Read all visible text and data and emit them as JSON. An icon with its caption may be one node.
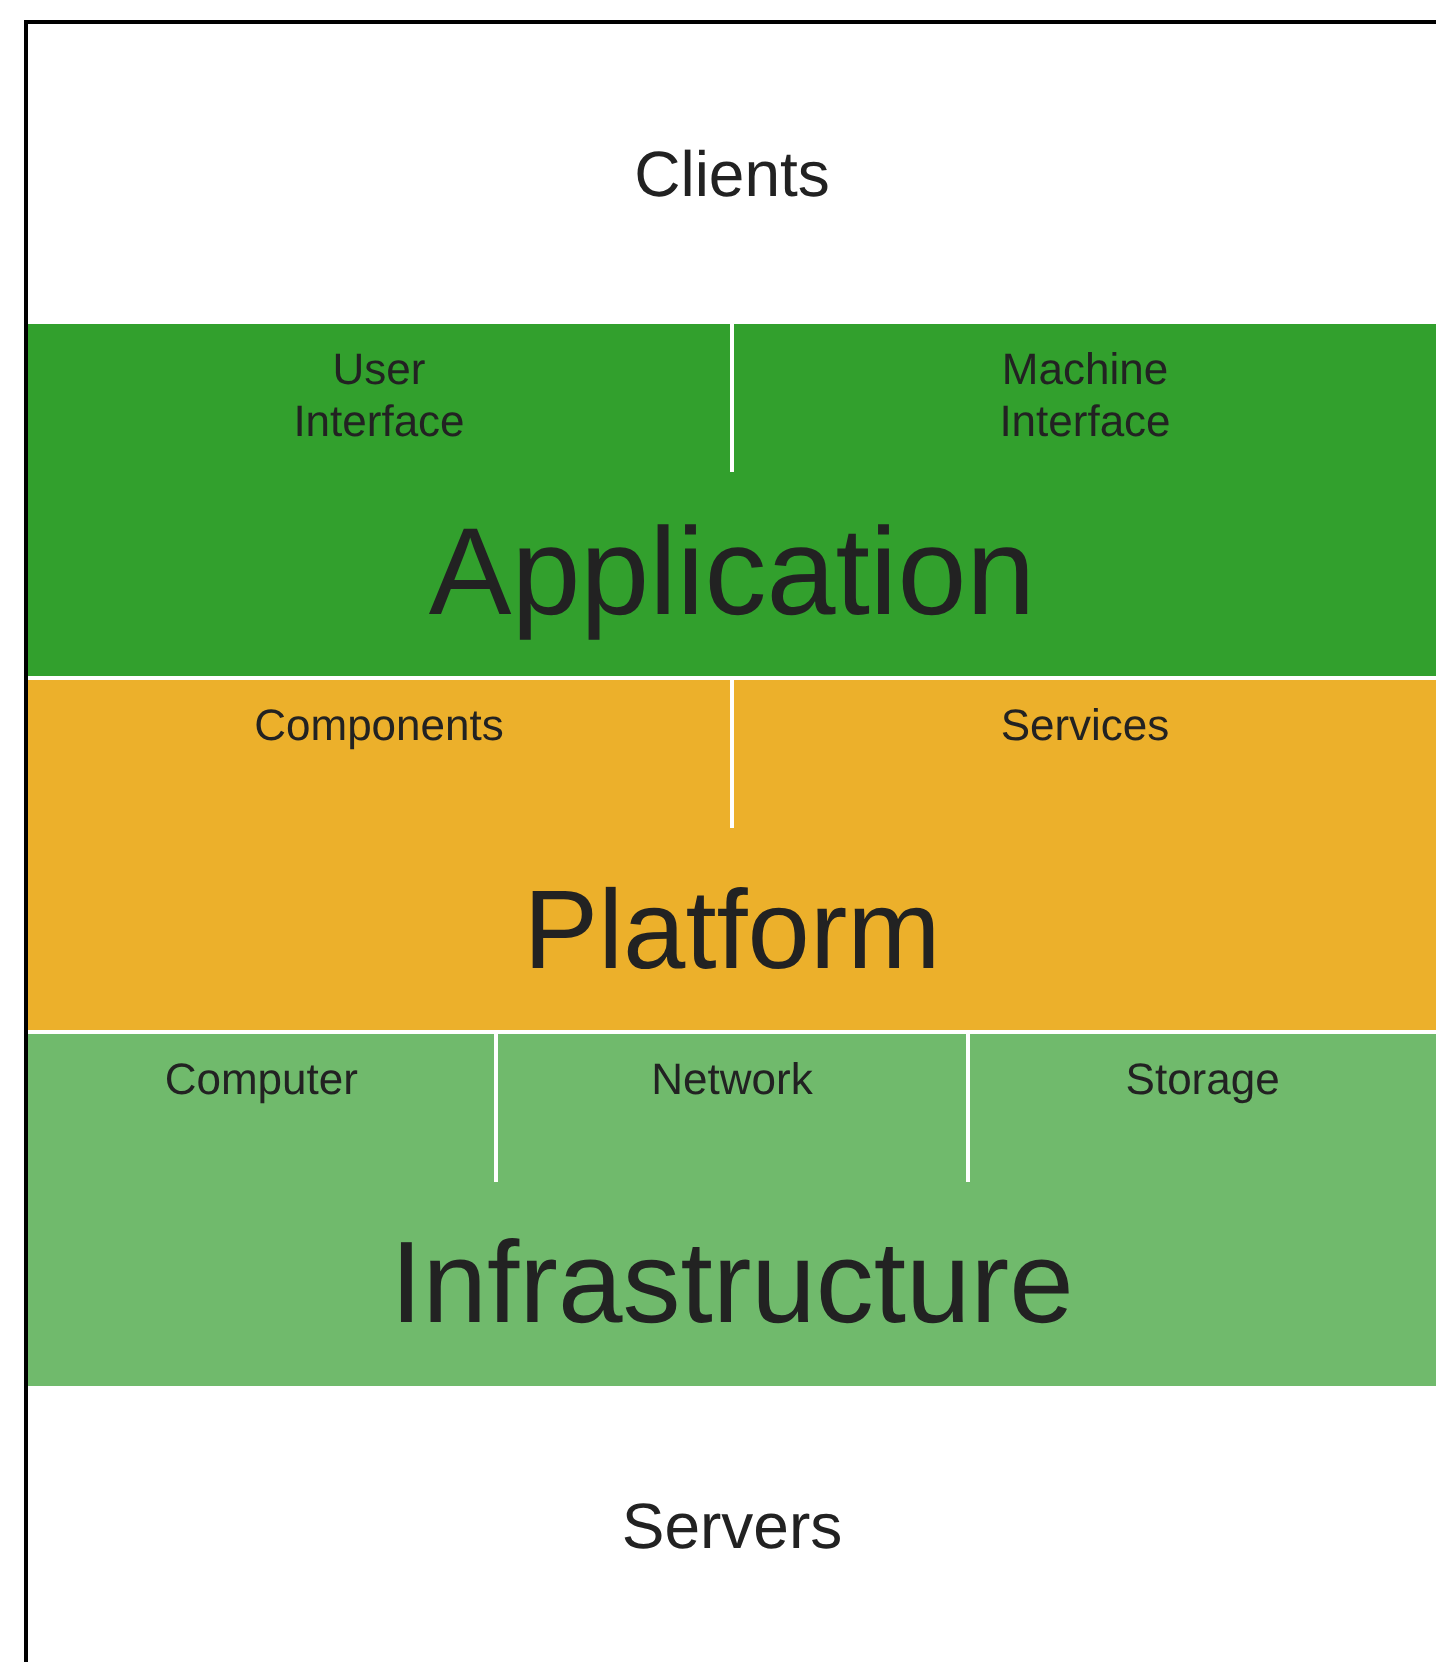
{
  "diagram": {
    "nodes": [
      {
        "text": [
          "Clients"
        ]
      },
      {
        "text": [
          "Application"
        ]
      },
      {
        "text": [
          "User Interface"
        ],
        "in": 1
      },
      {
        "text": [
          "Machine Interface"
        ],
        "in": 1
      },
      {
        "text": [
          "Platform"
        ]
      },
      {
        "text": [
          "Components"
        ],
        "in": 4
      },
      {
        "text": [
          "Services"
        ],
        "in": 4
      },
      {
        "text": [
          "Infrastructure"
        ]
      },
      {
        "text": [
          "Computer"
        ],
        "in": 7
      },
      {
        "text": [
          "Network"
        ],
        "in": 7
      },
      {
        "text": [
          "Storage"
        ],
        "in": 7
      },
      {
        "text": [
          "Servers"
        ]
      }
    ]
  }
}
